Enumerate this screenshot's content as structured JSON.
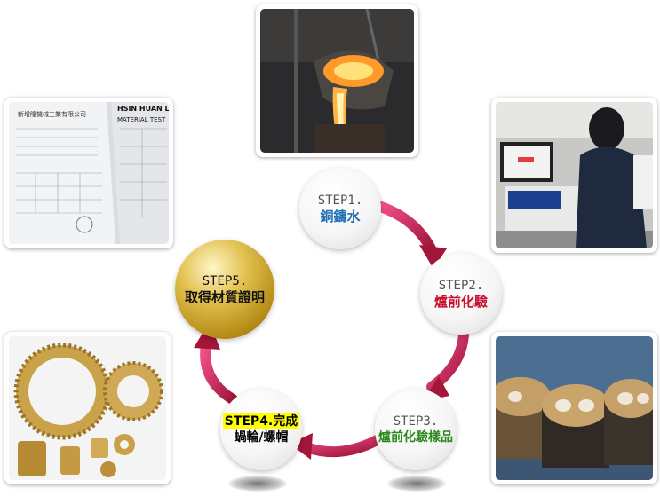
{
  "steps": [
    {
      "step_label": "STEP1.",
      "name": "銅鑄水",
      "name_color": "#1f6fb5"
    },
    {
      "step_label": "STEP2.",
      "name": "爐前化驗",
      "name_color": "#c8102e"
    },
    {
      "step_label": "STEP3.",
      "name": "爐前化驗樣品",
      "name_color": "#2a8a1c"
    },
    {
      "step_label": "STEP4.完成",
      "name": "蝸輪/螺帽",
      "name_color": "#000000"
    },
    {
      "step_label": "STEP5.",
      "name": "取得材質證明",
      "name_color": "#111111"
    }
  ],
  "document": {
    "company": "新增隆機械工業有限公司",
    "header": "HSIN HUAN LUNG",
    "subheader": "MATERIAL TEST"
  },
  "colors": {
    "arrow_dark": "#a3163a",
    "arrow_light": "#ea3a7a",
    "gold": "#c9a22a"
  }
}
